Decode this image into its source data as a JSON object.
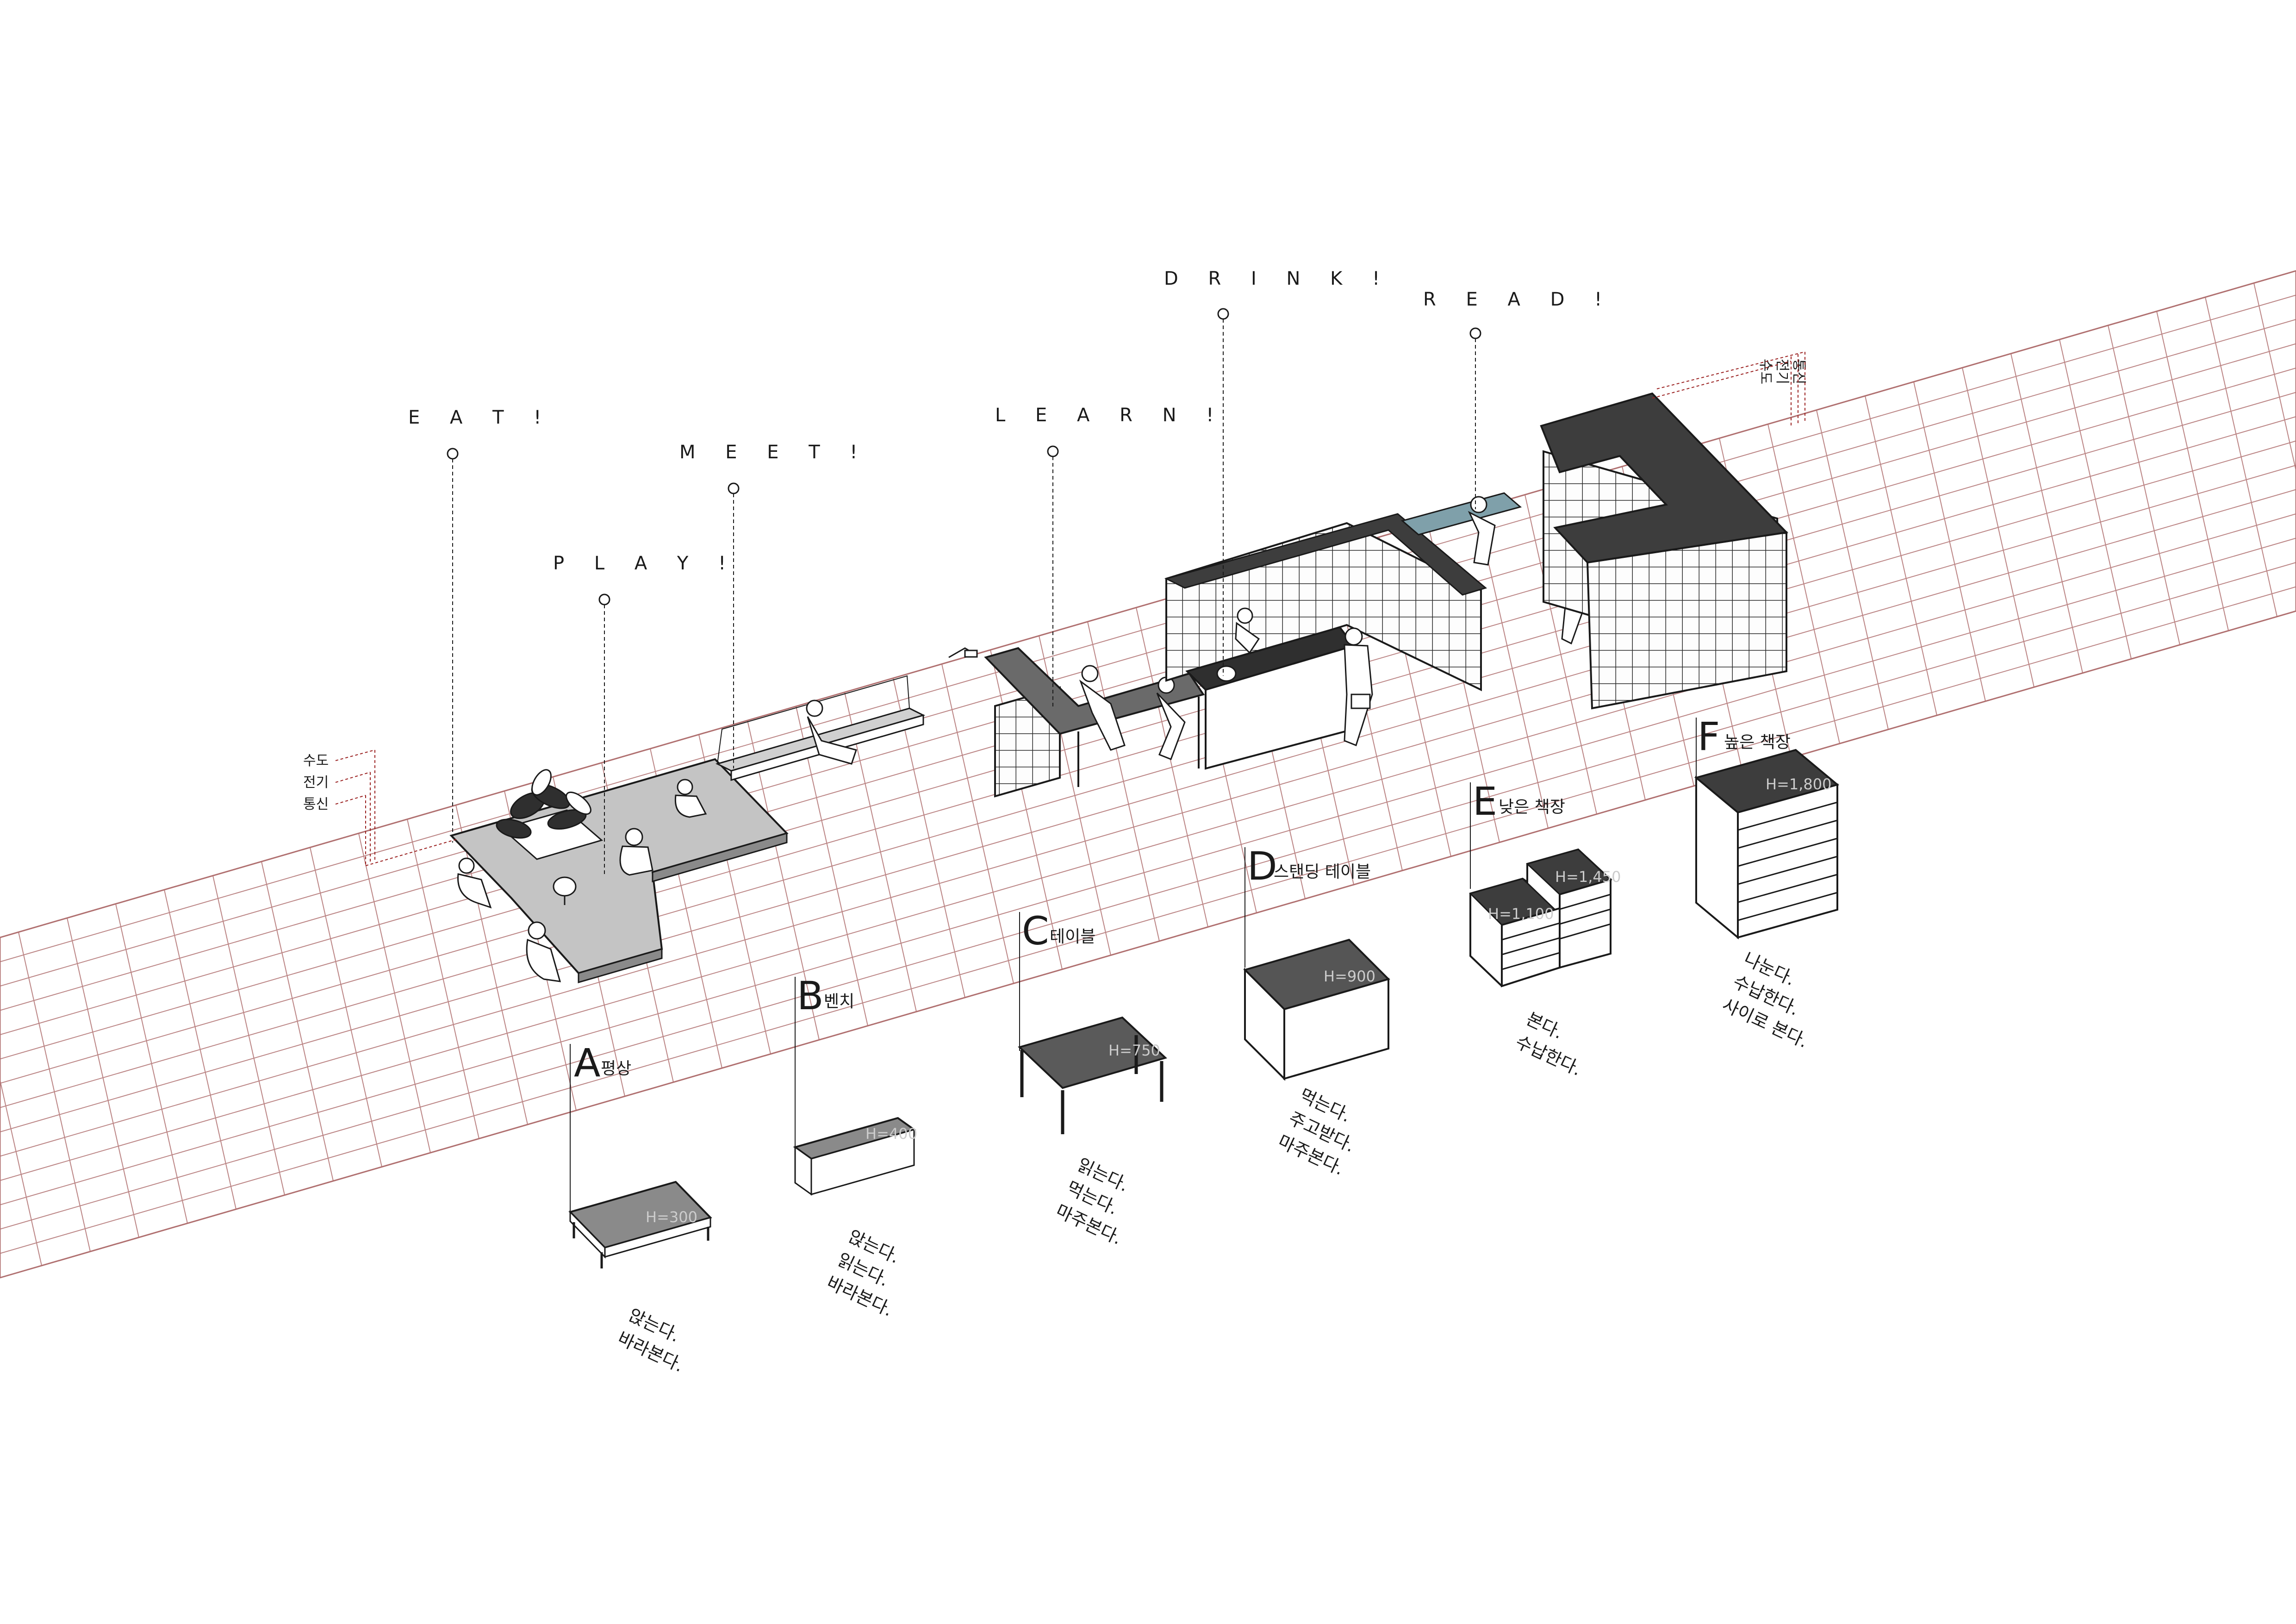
{
  "activities": {
    "eat": "E A T !",
    "play": "P L A Y !",
    "meet": "M E E T !",
    "learn": "L E A R N !",
    "drink": "D R I N K !",
    "read": "R E A D !"
  },
  "utilities_left": [
    "수도",
    "전기",
    "통신"
  ],
  "utilities_right": [
    "수도",
    "전기",
    "통신"
  ],
  "furniture": [
    {
      "letter": "A",
      "name": "평상",
      "height_label": "H=300",
      "verbs": [
        "앉는다.",
        "바라본다."
      ]
    },
    {
      "letter": "B",
      "name": "벤치",
      "height_label": "H=400",
      "verbs": [
        "앉는다.",
        "읽는다.",
        "바라본다."
      ]
    },
    {
      "letter": "C",
      "name": "테이블",
      "height_label": "H=750",
      "verbs": [
        "읽는다.",
        "먹는다.",
        "마주본다."
      ]
    },
    {
      "letter": "D",
      "name": "스탠딩 테이블",
      "height_label": "H=900",
      "verbs": [
        "먹는다.",
        "주고받다.",
        "마주본다."
      ]
    },
    {
      "letter": "E",
      "name": "낮은 책장",
      "height_label": "H=1,100",
      "height_label_2": "H=1,450",
      "verbs": [
        "본다.",
        "수납한다."
      ]
    },
    {
      "letter": "F",
      "name": "높은 책장",
      "height_label": "H=1,800",
      "verbs": [
        "나눈다.",
        "수납한다.",
        "사이로 본다."
      ]
    }
  ],
  "colors": {
    "grid": "#b07070",
    "ink": "#1a1a1a",
    "dark_fill": "#3d3d3d",
    "accent": "#9a2020"
  }
}
